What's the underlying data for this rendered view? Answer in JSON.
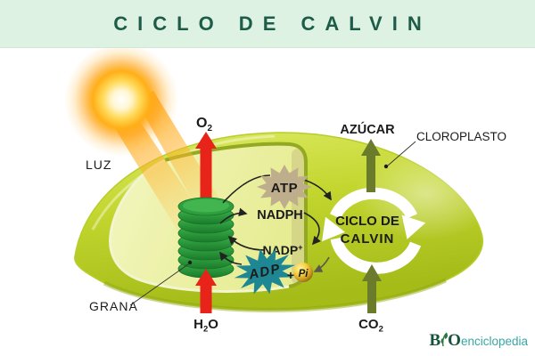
{
  "banner": {
    "title": "CICLO DE CALVIN"
  },
  "labels": {
    "luz": "LUZ",
    "grana": "GRANA",
    "cloroplasto": "CLOROPLASTO",
    "azucar": "AZÚCAR",
    "o2": {
      "main": "O",
      "sub": "2"
    },
    "h2o": {
      "pre": "H",
      "sub": "2",
      "post": "O"
    },
    "co2": {
      "main": "CO",
      "sub": "2"
    },
    "atp": "ATP",
    "adp": "ADP",
    "nadph": "NADPH",
    "nadp": {
      "main": "NADP",
      "sup": "+"
    },
    "plus": "+",
    "pi": "Pi",
    "cycle_line1": "CICLO DE",
    "cycle_line2": "CALVIN"
  },
  "watermark": {
    "b": "B",
    "o": "O",
    "rest": "enciclopedia"
  },
  "colors": {
    "banner_bg": "#ddf2e2",
    "banner_text": "#1d5c49",
    "chloroplast_bright": "#c3d62f",
    "chloroplast_dark": "#9db517",
    "stroma_pale": "#eef3ab",
    "membrane_olive": "#93a922",
    "membrane_cream": "#f2f5cf",
    "grana_green": "#2f9e3f",
    "red_arrow": "#e8241a",
    "olive_arrow": "#6a7b2b",
    "atp_burst": "#bfae8c",
    "adp_burst": "#1f8794",
    "pi_gold": "#e8b427",
    "cycle_arrow_white": "#ffffff",
    "sun_orange": "#ffaf17",
    "watermark_green": "#15513b",
    "watermark_teal": "#38a7a2"
  }
}
